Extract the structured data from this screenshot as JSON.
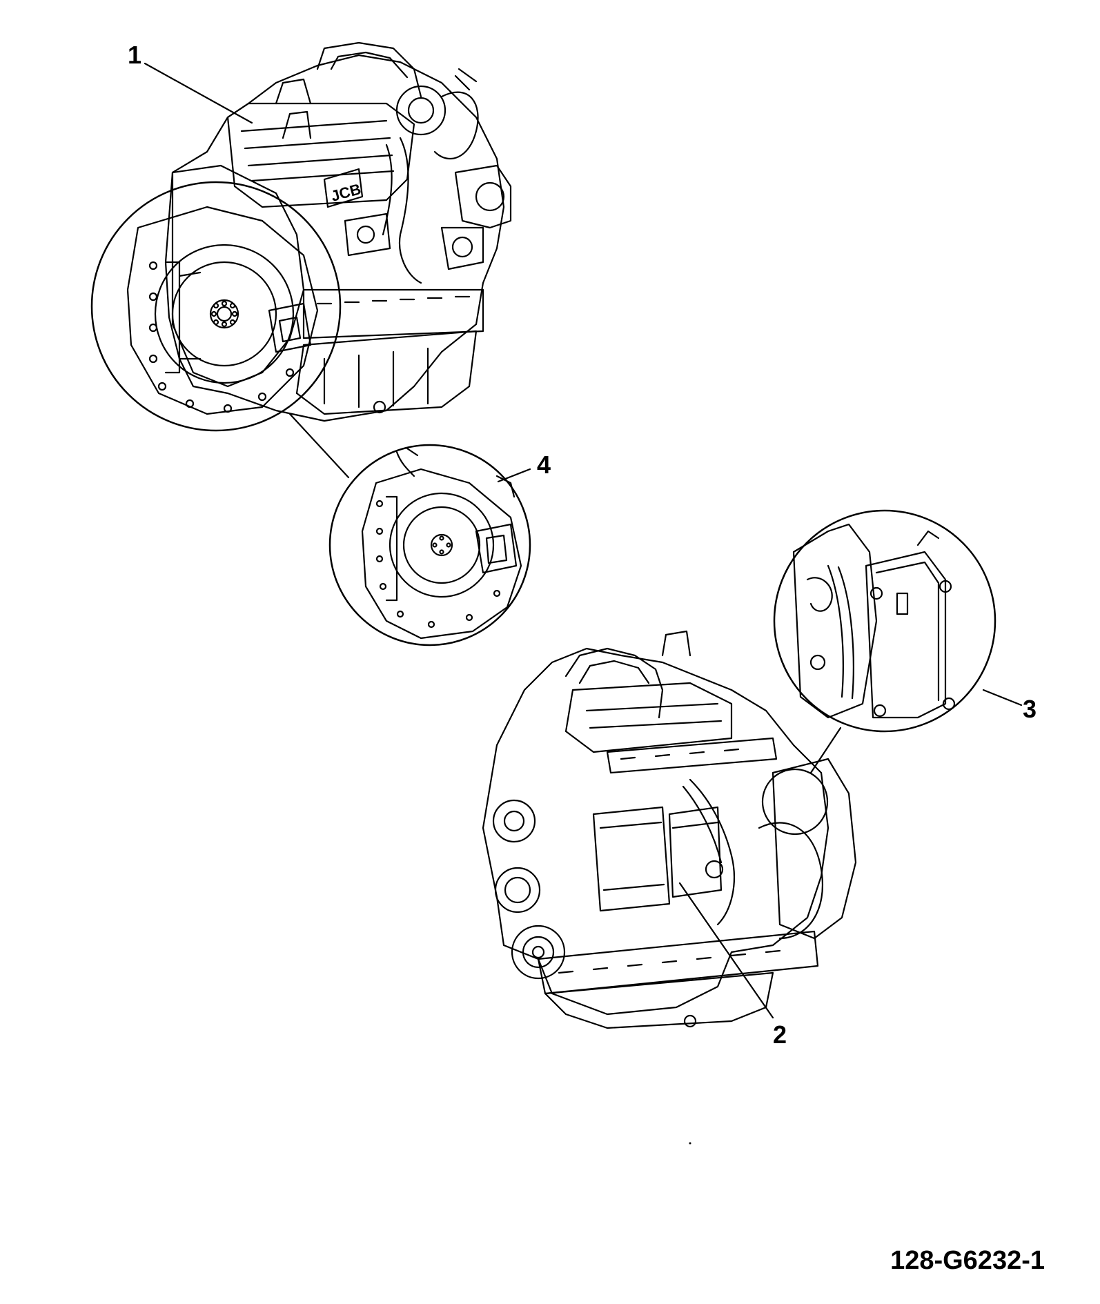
{
  "callouts": {
    "c1": "1",
    "c2": "2",
    "c3": "3",
    "c4": "4"
  },
  "drawing_id": "128-G6232-1",
  "logo_text": "JCB",
  "colors": {
    "ink": "#000000",
    "paper": "#ffffff"
  }
}
